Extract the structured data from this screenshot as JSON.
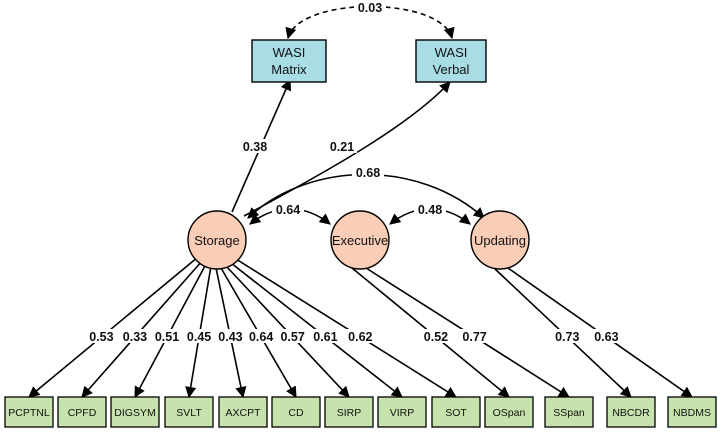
{
  "wasi": {
    "matrix": {
      "line1": "WASI",
      "line2": "Matrix"
    },
    "verbal": {
      "line1": "WASI",
      "line2": "Verbal"
    },
    "correlation": "0.03"
  },
  "factors": {
    "storage": "Storage",
    "executive": "Executive",
    "updating": "Updating"
  },
  "factor_correlations": {
    "storage_executive": "0.64",
    "executive_updating": "0.48",
    "storage_updating": "0.68"
  },
  "wasi_paths": {
    "matrix": "0.38",
    "verbal": "0.21"
  },
  "indicators": [
    {
      "name": "PCPTNL",
      "loading": "0.53"
    },
    {
      "name": "CPFD",
      "loading": "0.33"
    },
    {
      "name": "DIGSYM",
      "loading": "0.51"
    },
    {
      "name": "SVLT",
      "loading": "0.45"
    },
    {
      "name": "AXCPT",
      "loading": "0.43"
    },
    {
      "name": "CD",
      "loading": "0.64"
    },
    {
      "name": "SIRP",
      "loading": "0.57"
    },
    {
      "name": "VIRP",
      "loading": "0.61"
    },
    {
      "name": "SOT",
      "loading": "0.62"
    },
    {
      "name": "OSpan",
      "loading": "0.52"
    },
    {
      "name": "SSpan",
      "loading": "0.77"
    },
    {
      "name": "NBCDR",
      "loading": "0.73"
    },
    {
      "name": "NBDMS",
      "loading": "0.63"
    }
  ],
  "colors": {
    "factor_fill": "#f9cdb6",
    "wasi_fill": "#a8dde6",
    "indicator_fill": "#c6e3ad",
    "stroke": "#000000"
  }
}
